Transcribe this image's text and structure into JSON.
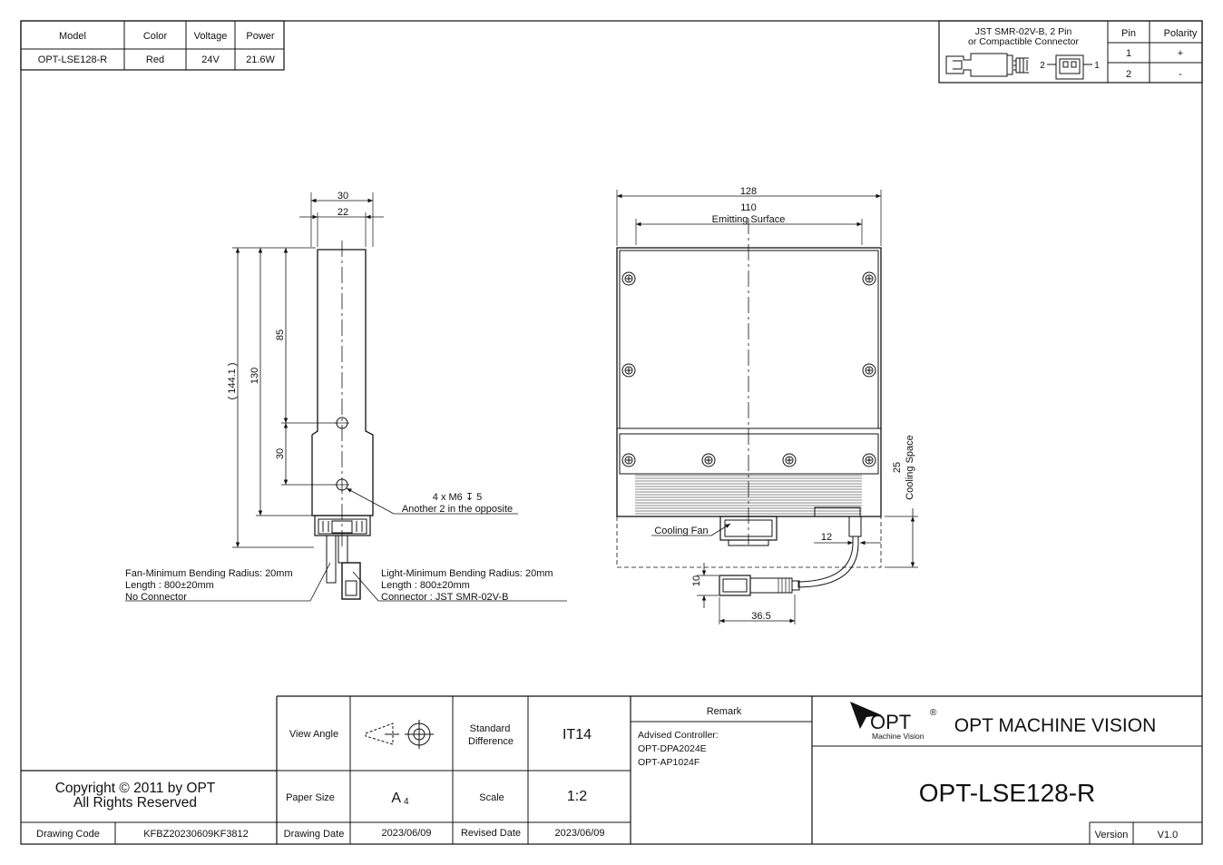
{
  "spec_table": {
    "headers": [
      "Model",
      "Color",
      "Voltage",
      "Power"
    ],
    "values": [
      "OPT-LSE128-R",
      "Red",
      "24V",
      "21.6W"
    ]
  },
  "connector_table": {
    "title_line1": "JST SMR-02V-B, 2 Pin",
    "title_line2": "or Compactible Connector",
    "pin_header": "Pin",
    "polarity_header": "Polarity",
    "rows": [
      {
        "pin": "1",
        "polarity": "+"
      },
      {
        "pin": "2",
        "polarity": "-"
      }
    ],
    "label_pin2": "2",
    "label_pin1": "1"
  },
  "side_view": {
    "dim_30_top": "30",
    "dim_22": "22",
    "dim_144": "( 144.1 )",
    "dim_130": "130",
    "dim_85": "85",
    "dim_30_side": "30",
    "hole_note_1": "4 x  M6 ↧ 5",
    "hole_note_2": "Another 2 in the opposite",
    "fan_note_1": "Fan-Minimum Bending Radius: 20mm",
    "fan_note_2": "Length : 800±20mm",
    "fan_note_3": "No Connector",
    "light_note_1": "Light-Minimum Bending Radius: 20mm",
    "light_note_2": "Length : 800±20mm",
    "light_note_3": "Connector : JST SMR-02V-B"
  },
  "front_view": {
    "dim_128": "128",
    "dim_110": "110",
    "emitting_surface": "Emitting Surface",
    "dim_25": "25",
    "cooling_space": "Cooling Space",
    "cooling_fan": "Cooling Fan",
    "dim_12": "12",
    "dim_10": "10",
    "dim_36_5": "36.5"
  },
  "title_block": {
    "copyright_1": "Copyright © 2011 by OPT",
    "copyright_2": "All Rights Reserved",
    "drawing_code_label": "Drawing Code",
    "drawing_code": "KFBZ20230609KF3812",
    "view_angle_label": "View Angle",
    "standard_diff_label_1": "Standard",
    "standard_diff_label_2": "Difference",
    "standard_diff": "IT14",
    "paper_size_label": "Paper Size",
    "paper_size": "A",
    "paper_size_sub": "4",
    "scale_label": "Scale",
    "scale": "1:2",
    "drawing_date_label": "Drawing Date",
    "drawing_date": "2023/06/09",
    "revised_date_label": "Revised Date",
    "revised_date": "2023/06/09",
    "remark_label": "Remark",
    "remark_1": "Advised Controller:",
    "remark_2": "OPT-DPA2024E",
    "remark_3": "OPT-AP1024F",
    "logo_text": "OPT",
    "logo_reg": "®",
    "logo_sub": "Machine Vision",
    "company": "OPT MACHINE VISION",
    "product": "OPT-LSE128-R",
    "version_label": "Version",
    "version": "V1.0"
  }
}
